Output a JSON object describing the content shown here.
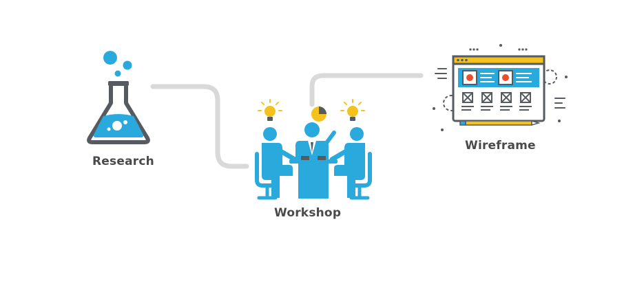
{
  "steps": [
    {
      "label": "Research",
      "icon": "flask-icon"
    },
    {
      "label": "Workshop",
      "icon": "meeting-icon"
    },
    {
      "label": "Wireframe",
      "icon": "wireframe-icon"
    }
  ],
  "colors": {
    "accent": "#29a9dc",
    "dark": "#555b61",
    "connector": "#d9d9d9",
    "bulb": "#f4c21c",
    "wireframe_red": "#e8502d",
    "text": "#4a4a4a"
  }
}
